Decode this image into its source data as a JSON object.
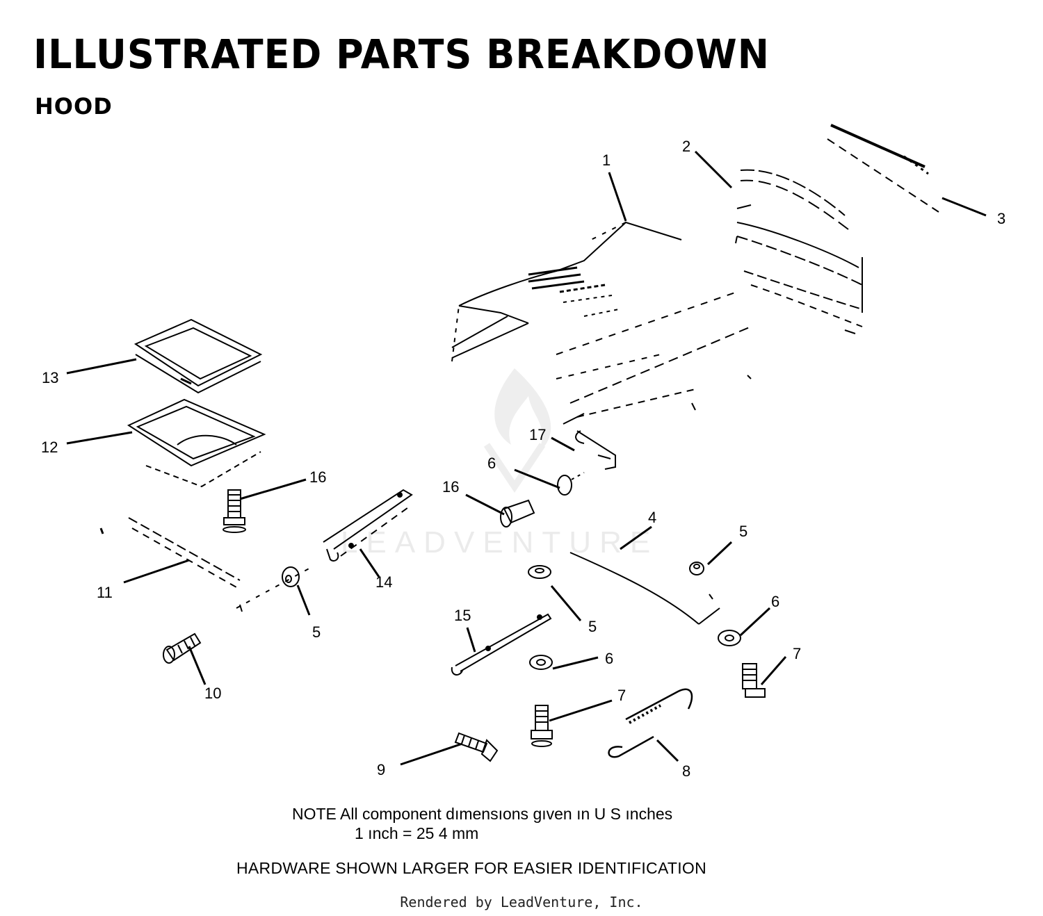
{
  "header": {
    "title": "ILLUSTRATED PARTS BREAKDOWN",
    "subtitle": "HOOD"
  },
  "callouts": [
    {
      "id": "c1",
      "label": "1"
    },
    {
      "id": "c2",
      "label": "2"
    },
    {
      "id": "c3",
      "label": "3"
    },
    {
      "id": "c4",
      "label": "4"
    },
    {
      "id": "c5a",
      "label": "5"
    },
    {
      "id": "c5b",
      "label": "5"
    },
    {
      "id": "c5c",
      "label": "5"
    },
    {
      "id": "c6a",
      "label": "6"
    },
    {
      "id": "c6b",
      "label": "6"
    },
    {
      "id": "c6c",
      "label": "6"
    },
    {
      "id": "c7a",
      "label": "7"
    },
    {
      "id": "c7b",
      "label": "7"
    },
    {
      "id": "c8",
      "label": "8"
    },
    {
      "id": "c9",
      "label": "9"
    },
    {
      "id": "c10",
      "label": "10"
    },
    {
      "id": "c11",
      "label": "11"
    },
    {
      "id": "c12",
      "label": "12"
    },
    {
      "id": "c13",
      "label": "13"
    },
    {
      "id": "c14",
      "label": "14"
    },
    {
      "id": "c15",
      "label": "15"
    },
    {
      "id": "c16a",
      "label": "16"
    },
    {
      "id": "c16b",
      "label": "16"
    },
    {
      "id": "c17",
      "label": "17"
    }
  ],
  "watermark": "LEADVENTURE",
  "footer": {
    "note_line1": "NOTE   All component dımensıons gıven ın U S  ınches",
    "note_line2": "1 ınch = 25 4 mm",
    "hardware_note": "HARDWARE SHOWN LARGER FOR EASIER IDENTIFICATION",
    "credit": "Rendered by LeadVenture, Inc."
  }
}
